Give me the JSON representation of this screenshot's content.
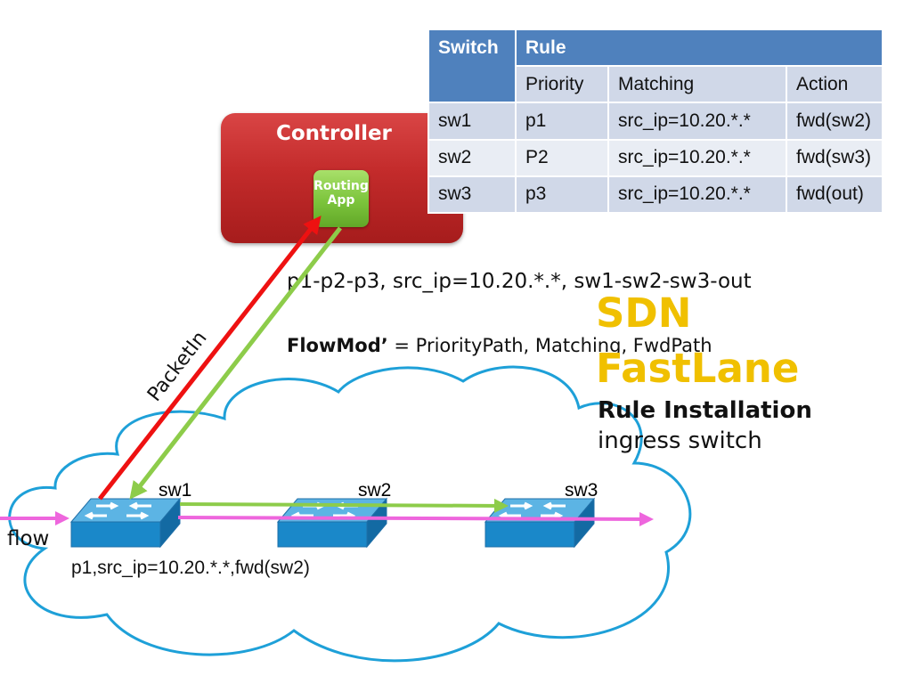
{
  "controller": {
    "title": "Controller",
    "app_line1": "Routing",
    "app_line2": "App"
  },
  "rule_table": {
    "header_switch": "Switch",
    "header_rule": "Rule",
    "sub_headers": [
      "Priority",
      "Matching",
      "Action"
    ],
    "rows": [
      {
        "switch": "sw1",
        "priority": "p1",
        "matching": "src_ip=10.20.*.*",
        "action": "fwd(sw2)"
      },
      {
        "switch": "sw2",
        "priority": "P2",
        "matching": "src_ip=10.20.*.*",
        "action": "fwd(sw3)"
      },
      {
        "switch": "sw3",
        "priority": "p3",
        "matching": "src_ip=10.20.*.*",
        "action": "fwd(out)"
      }
    ]
  },
  "path_text": "p1-p2-p3, src_ip=10.20.*.*, sw1-sw2-sw3-out",
  "flowmod": {
    "bold": "FlowMod’",
    "rest": " = PriorityPath, Matching, FwdPath"
  },
  "title": {
    "line1": "SDN",
    "line2": "FastLane",
    "subtitle_bold": "Rule Installation",
    "subtitle": "ingress switch"
  },
  "packetin_label": "PacketIn",
  "switches": [
    "sw1",
    "sw2",
    "sw3"
  ],
  "flow_label": "flow",
  "ingress_rule": "p1,src_ip=10.20.*.*,fwd(sw2)",
  "colors": {
    "controller": "#c32b2b",
    "routing_app": "#7cc43c",
    "table_header": "#4f81bd",
    "table_row_dark": "#d0d8e8",
    "table_row_light": "#e9edf4",
    "cloud_outline": "#1ea0d8",
    "switch_blue": "#1a88c9",
    "packetin_arrow": "#ee1111",
    "flowmod_arrow": "#8dcc4a",
    "flow_arrow": "#ee66dd",
    "title_gold": "#f0c000"
  }
}
